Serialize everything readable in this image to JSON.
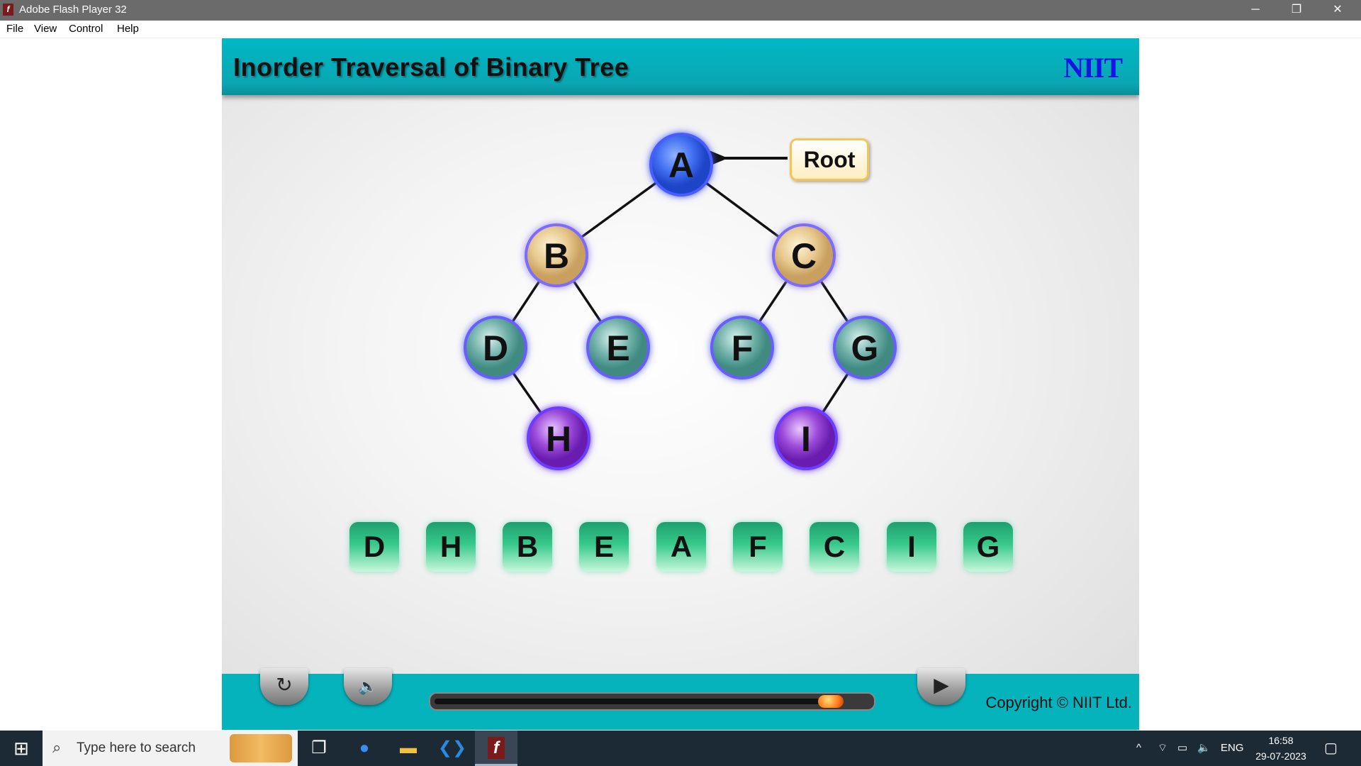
{
  "window": {
    "title": "Adobe Flash Player 32",
    "minimize": "─",
    "restore": "❐",
    "close": "✕"
  },
  "menu": [
    "File",
    "View",
    "Control",
    "Help"
  ],
  "lesson": {
    "title": "Inorder Traversal of Binary Tree",
    "logo": "NIIT",
    "root_label": "Root",
    "nodes": [
      "A",
      "B",
      "C",
      "D",
      "E",
      "F",
      "G",
      "H",
      "I"
    ],
    "inorder_sequence": [
      "D",
      "H",
      "B",
      "E",
      "A",
      "F",
      "C",
      "I",
      "G"
    ],
    "colors": {
      "header": "#00b8c4",
      "root_node": "#3f6ef0",
      "level1_node": "#e8c98f",
      "level2_node": "#5fa8a0",
      "leaf_node": "#9a48d8",
      "sequence_box": "#38c98c"
    }
  },
  "player_controls": {
    "replay_icon": "↻",
    "volume_icon": "🔈",
    "play_icon": "▶",
    "progress": 0.93,
    "copyright": "Copyright © NIIT Ltd."
  },
  "taskbar": {
    "start_icon": "windows-logo",
    "search_placeholder": "Type here to search",
    "apps": [
      "task-view",
      "firefox",
      "file-explorer",
      "vs-code",
      "flash-player"
    ],
    "tray": {
      "language": "ENG",
      "time": "16:58",
      "date": "29-07-2023"
    }
  }
}
